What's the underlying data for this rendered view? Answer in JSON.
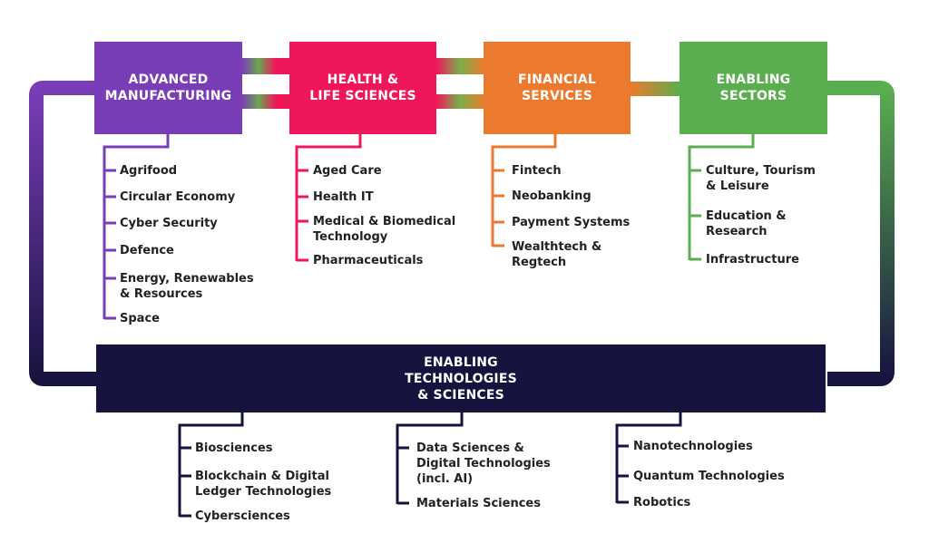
{
  "colors": {
    "advanced_manufacturing": "#7a3db8",
    "health_life_sciences": "#f0165a",
    "financial_services": "#eb7a2e",
    "enabling_sectors": "#5aae4f",
    "enabling_technologies": "#17133f"
  },
  "sectors": [
    {
      "id": "adv-mfg",
      "title_line1": "ADVANCED",
      "title_line2": "MANUFACTURING",
      "items": [
        {
          "l1": "Agrifood"
        },
        {
          "l1": "Circular Economy"
        },
        {
          "l1": "Cyber Security"
        },
        {
          "l1": "Defence"
        },
        {
          "l1": "Energy, Renewables",
          "l2": "& Resources"
        },
        {
          "l1": "Space"
        }
      ]
    },
    {
      "id": "health",
      "title_line1": "HEALTH &",
      "title_line2": "LIFE SCIENCES",
      "items": [
        {
          "l1": "Aged Care"
        },
        {
          "l1": "Health IT"
        },
        {
          "l1": "Medical & Biomedical",
          "l2": "Technology"
        },
        {
          "l1": "Pharmaceuticals"
        }
      ]
    },
    {
      "id": "finance",
      "title_line1": "FINANCIAL",
      "title_line2": "SERVICES",
      "items": [
        {
          "l1": "Fintech"
        },
        {
          "l1": "Neobanking"
        },
        {
          "l1": "Payment Systems"
        },
        {
          "l1": "Wealthtech &",
          "l2": "Regtech"
        }
      ]
    },
    {
      "id": "enabling-sectors",
      "title_line1": "ENABLING",
      "title_line2": "SECTORS",
      "items": [
        {
          "l1": "Culture, Tourism",
          "l2": "& Leisure"
        },
        {
          "l1": "Education &",
          "l2": "Research"
        },
        {
          "l1": "Infrastructure"
        }
      ]
    }
  ],
  "technologies": {
    "title_line1": "ENABLING",
    "title_line2": "TECHNOLOGIES",
    "title_line3": "& SCIENCES",
    "groups": [
      {
        "items": [
          {
            "l1": "Biosciences"
          },
          {
            "l1": "Blockchain & Digital",
            "l2": "Ledger Technologies"
          },
          {
            "l1": "Cybersciences"
          }
        ]
      },
      {
        "items": [
          {
            "l1": "Data Sciences &",
            "l2": "Digital Technologies",
            "l3": "(incl. AI)"
          },
          {
            "l1": "Materials Sciences"
          }
        ]
      },
      {
        "items": [
          {
            "l1": "Nanotechnologies"
          },
          {
            "l1": "Quantum Technologies"
          },
          {
            "l1": "Robotics"
          }
        ]
      }
    ]
  }
}
